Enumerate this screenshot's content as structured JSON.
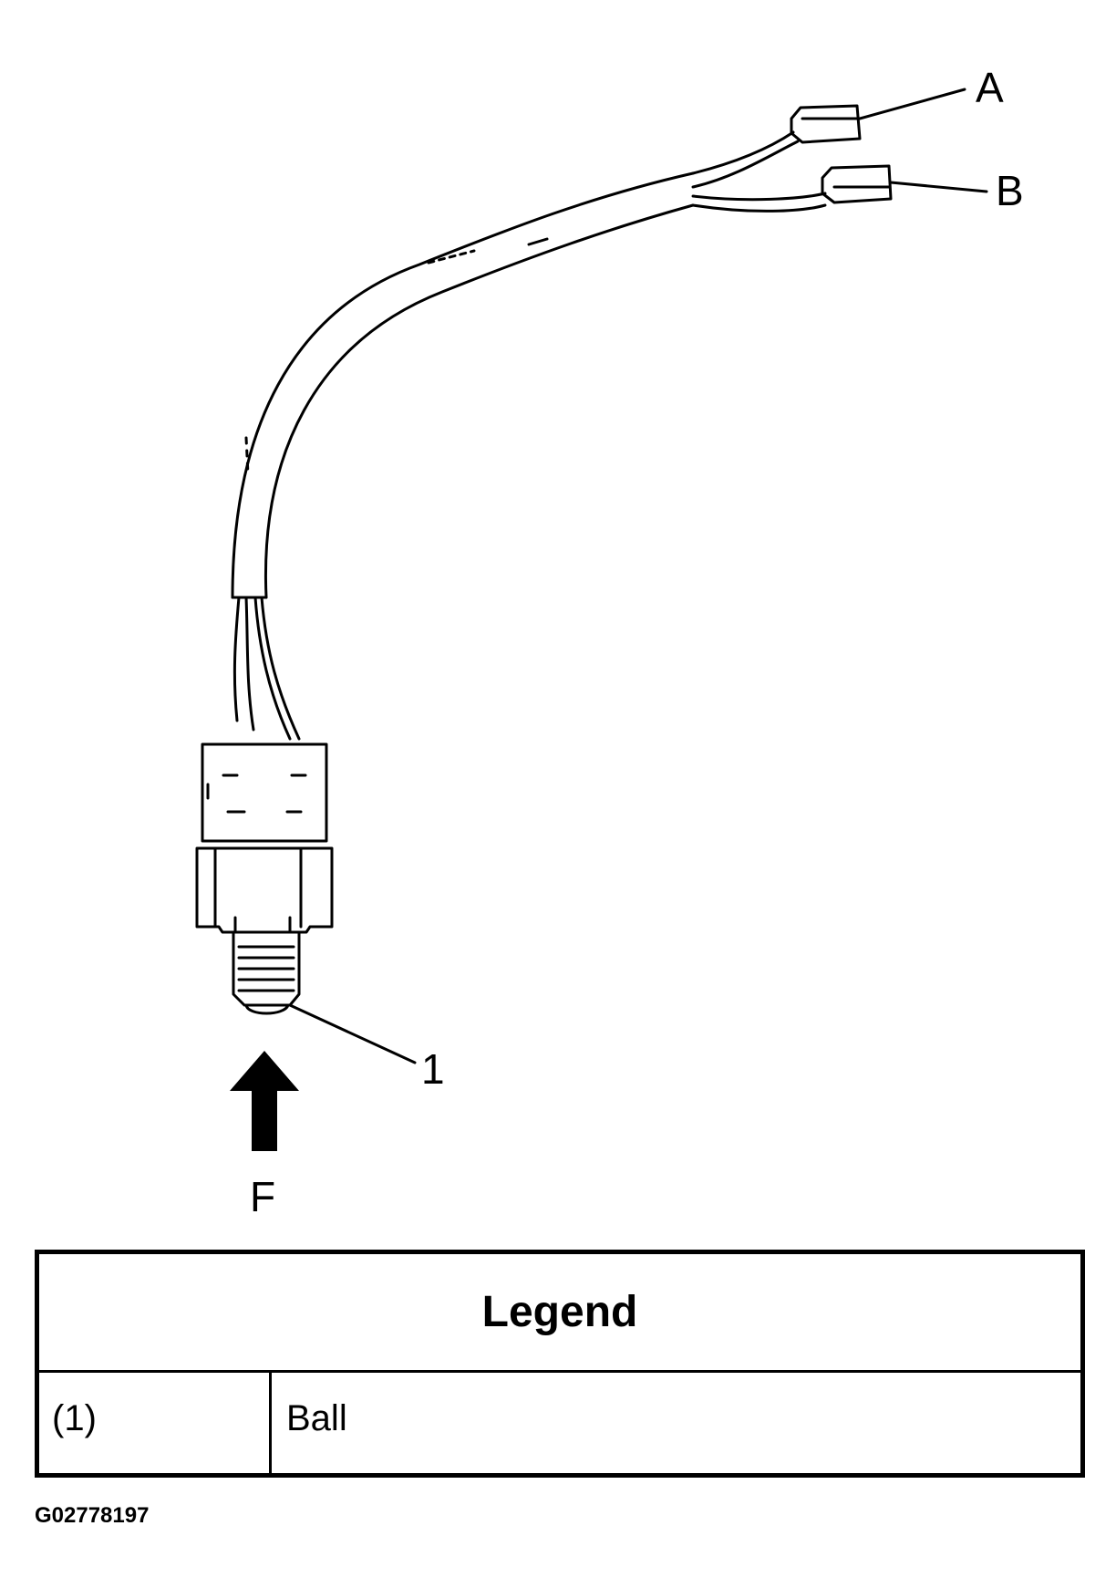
{
  "diagram": {
    "callouts": {
      "a": "A",
      "b": "B",
      "one": "1",
      "f": "F"
    }
  },
  "legend": {
    "title": "Legend",
    "rows": [
      {
        "key": "(1)",
        "description": "Ball"
      }
    ]
  },
  "figure_id": "G02778197"
}
